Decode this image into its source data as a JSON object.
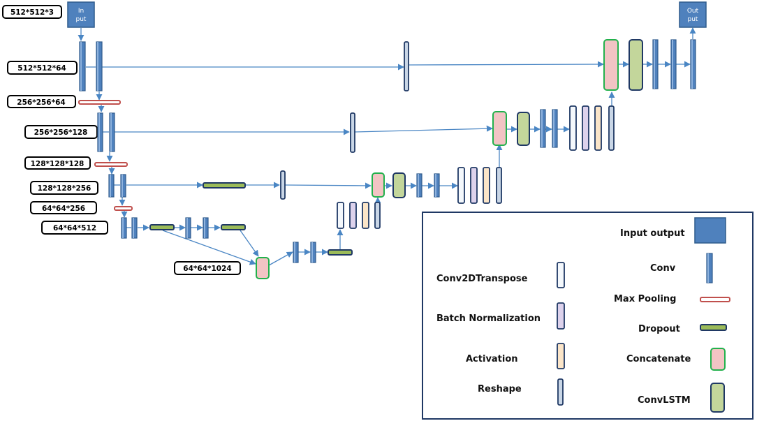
{
  "dimension_labels": {
    "d512x512x3": "512*512*3",
    "d512x512x64": "512*512*64",
    "d256x256x64": "256*256*64",
    "d256x256x128": "256*256*128",
    "d128x128x128": "128*128*128",
    "d128x128x256": "128*128*256",
    "d64x64x256": "64*64*256",
    "d64x64x512": "64*64*512",
    "d64x64x1024": "64*64*1024"
  },
  "io": {
    "input_line1": "In",
    "input_line2": "put",
    "output_line1": "Out",
    "output_line2": "put"
  },
  "legend": {
    "input_output": "Input output",
    "conv": "Conv",
    "conv2dtranspose": "Conv2DTranspose",
    "max_pooling": "Max Pooling",
    "batch_normalization": "Batch Normalization",
    "dropout": "Dropout",
    "activation": "Activation",
    "concatenate": "Concatenate",
    "reshape": "Reshape",
    "convlstm": "ConvLSTM"
  },
  "colors": {
    "conv": "#4f81bd",
    "conv_border": "#2f5b8c",
    "conv2dtranspose_fill": "#f4f8fc",
    "outline": "#1f3864",
    "batch_norm": "#ddd2ec",
    "activation": "#fbe5c8",
    "reshape": "#c9d6e6",
    "concatenate": "#f2c4c4",
    "concatenate_border": "#22b14c",
    "convlstm": "#c3d69b",
    "dropout": "#9bbb59",
    "max_pooling_border": "#c0504d",
    "edge": "#4a86c4"
  }
}
